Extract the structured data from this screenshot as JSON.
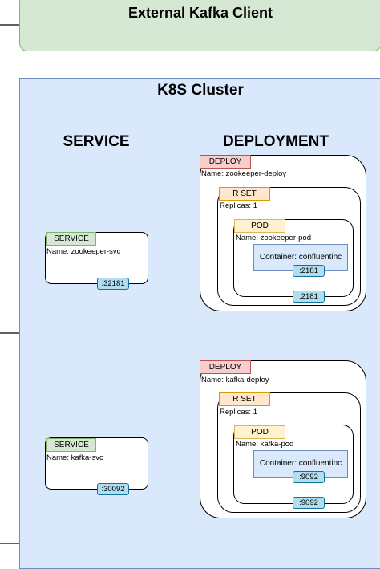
{
  "client": {
    "title": "External Kafka Client"
  },
  "cluster": {
    "title": "K8S Cluster",
    "service_heading": "SERVICE",
    "deployment_heading": "DEPLOYMENT"
  },
  "zookeeper": {
    "service": {
      "tag": "SERVICE",
      "name": "Name: zookeeper-svc",
      "port": ":32181"
    },
    "deploy": {
      "tag": "DEPLOY",
      "name": "Name: zookeeper-deploy",
      "port": ":2181"
    },
    "rset": {
      "tag": "R SET",
      "replicas": "Replicas: 1"
    },
    "pod": {
      "tag": "POD",
      "name": "Name: zookeeper-pod"
    },
    "container": {
      "label": "Container: confluentinc",
      "port": ":2181"
    }
  },
  "kafka": {
    "service": {
      "tag": "SERVICE",
      "name": "Name: kafka-svc",
      "port": ":30092"
    },
    "deploy": {
      "tag": "DEPLOY",
      "name": "Name: kafka-deploy",
      "port": ":9092"
    },
    "rset": {
      "tag": "R SET",
      "replicas": "Replicas: 1"
    },
    "pod": {
      "tag": "POD",
      "name": "Name: kafka-pod"
    },
    "container": {
      "label": "Container: confluentinc",
      "port": ":9092"
    }
  }
}
